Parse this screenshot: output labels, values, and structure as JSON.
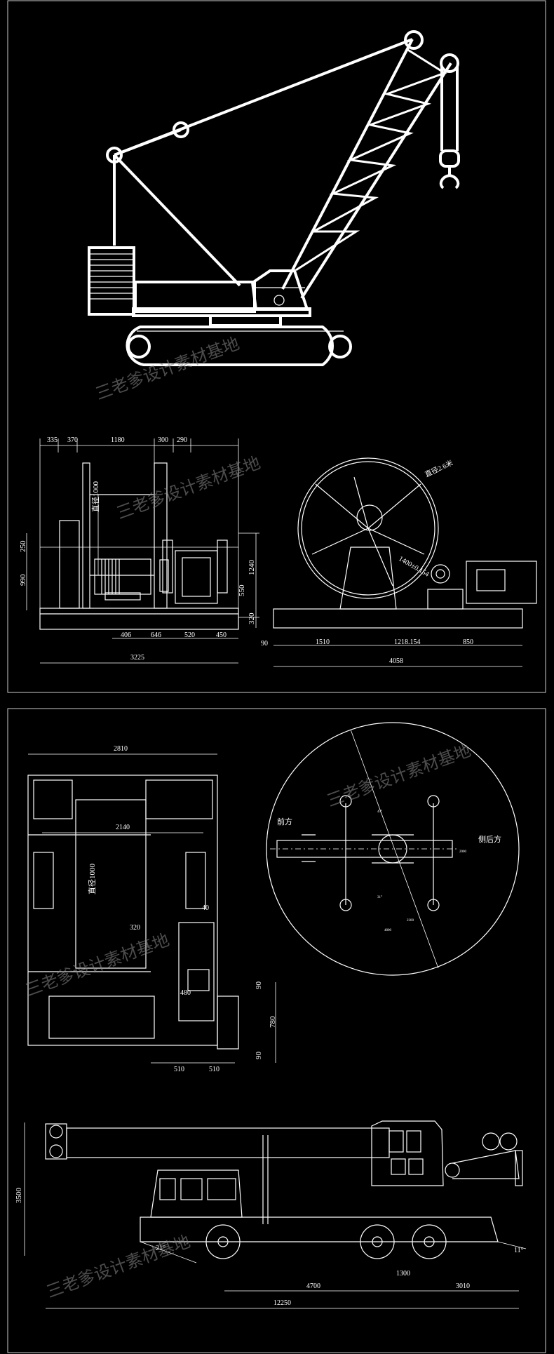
{
  "watermark": "三老爹设计素材基地",
  "winch": {
    "top_dims": [
      "335",
      "370",
      "1180",
      "300",
      "290"
    ],
    "bottom_dims": [
      "406",
      "646",
      "520",
      "450"
    ],
    "total": "3225",
    "left_dims": [
      "250",
      "990"
    ],
    "right_dims": [
      "1240",
      "550",
      "320"
    ],
    "drum_label": "直径1000"
  },
  "reel": {
    "diameter_label": "直径2.6米",
    "inner_label": "1400±0.154",
    "bottom_dims": [
      "1510",
      "1218.154",
      "850"
    ],
    "left_dim": "90",
    "total": "4058"
  },
  "plan": {
    "top_dim": "2810",
    "drum_dim": "2140",
    "drum_label": "直径1000",
    "dims": [
      "40",
      "320",
      "480",
      "510",
      "510"
    ],
    "right_dims": [
      "90",
      "780",
      "90"
    ]
  },
  "circle": {
    "front_label": "前方",
    "side_label": "侧后方",
    "small_dims": [
      "45°",
      "2300",
      "4800",
      "2000",
      "31°"
    ]
  },
  "truck": {
    "height": "3500",
    "angle_front": "21°",
    "angle_rear": "11°",
    "dims": [
      "4700",
      "1300",
      "3010"
    ],
    "total": "12250"
  }
}
